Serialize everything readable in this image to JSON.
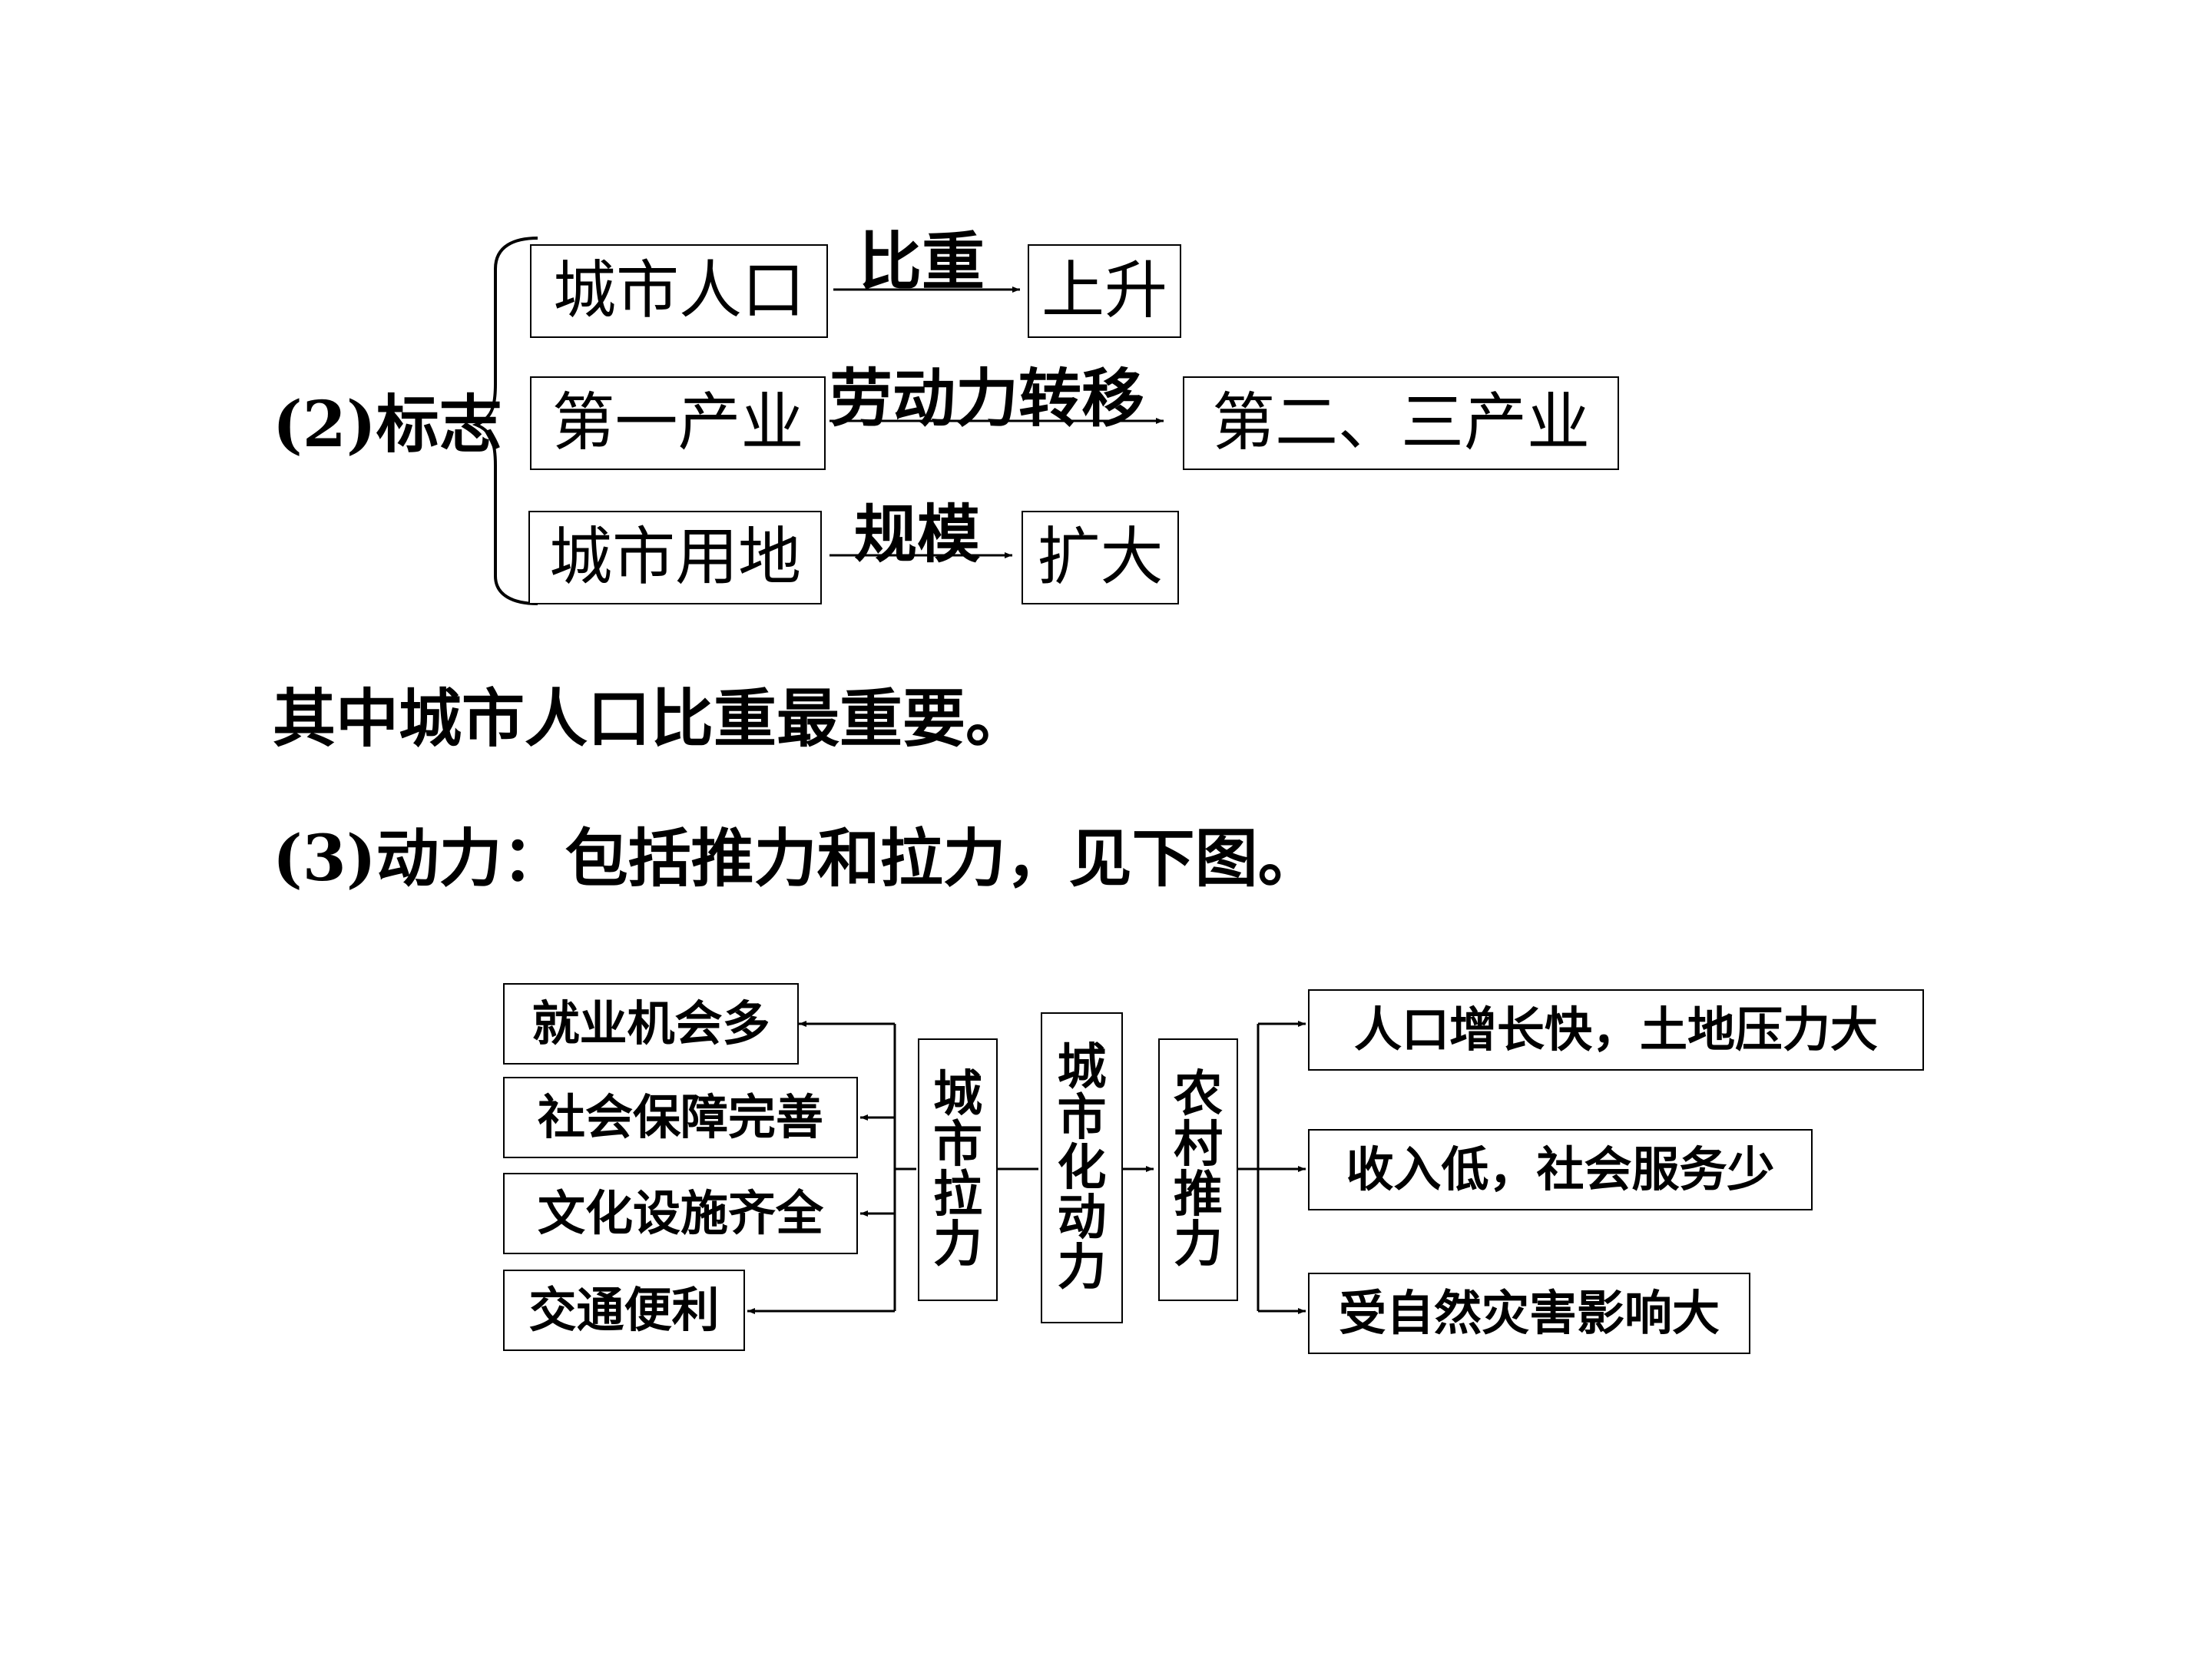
{
  "section2": {
    "label": "(2)标志",
    "rows": [
      {
        "from": "城市人口",
        "relation": "比重",
        "to": "上升"
      },
      {
        "from": "第一产业",
        "relation": "劳动力转移",
        "to": "第二、三产业"
      },
      {
        "from": "城市用地",
        "relation": "规模",
        "to": "扩大"
      }
    ]
  },
  "note": "其中城市人口比重最重要。",
  "section3": {
    "label": "(3)动力：包括推力和拉力，见下图。"
  },
  "diagram": {
    "center": [
      "城",
      "市",
      "化",
      "动",
      "力"
    ],
    "pull": {
      "label": [
        "城",
        "市",
        "拉",
        "力"
      ],
      "items": [
        "就业机会多",
        "社会保障完善",
        "文化设施齐全",
        "交通便利"
      ]
    },
    "push": {
      "label": [
        "农",
        "村",
        "推",
        "力"
      ],
      "items": [
        "人口增长快，土地压力大",
        "收入低，社会服务少",
        "受自然灾害影响大"
      ]
    }
  }
}
